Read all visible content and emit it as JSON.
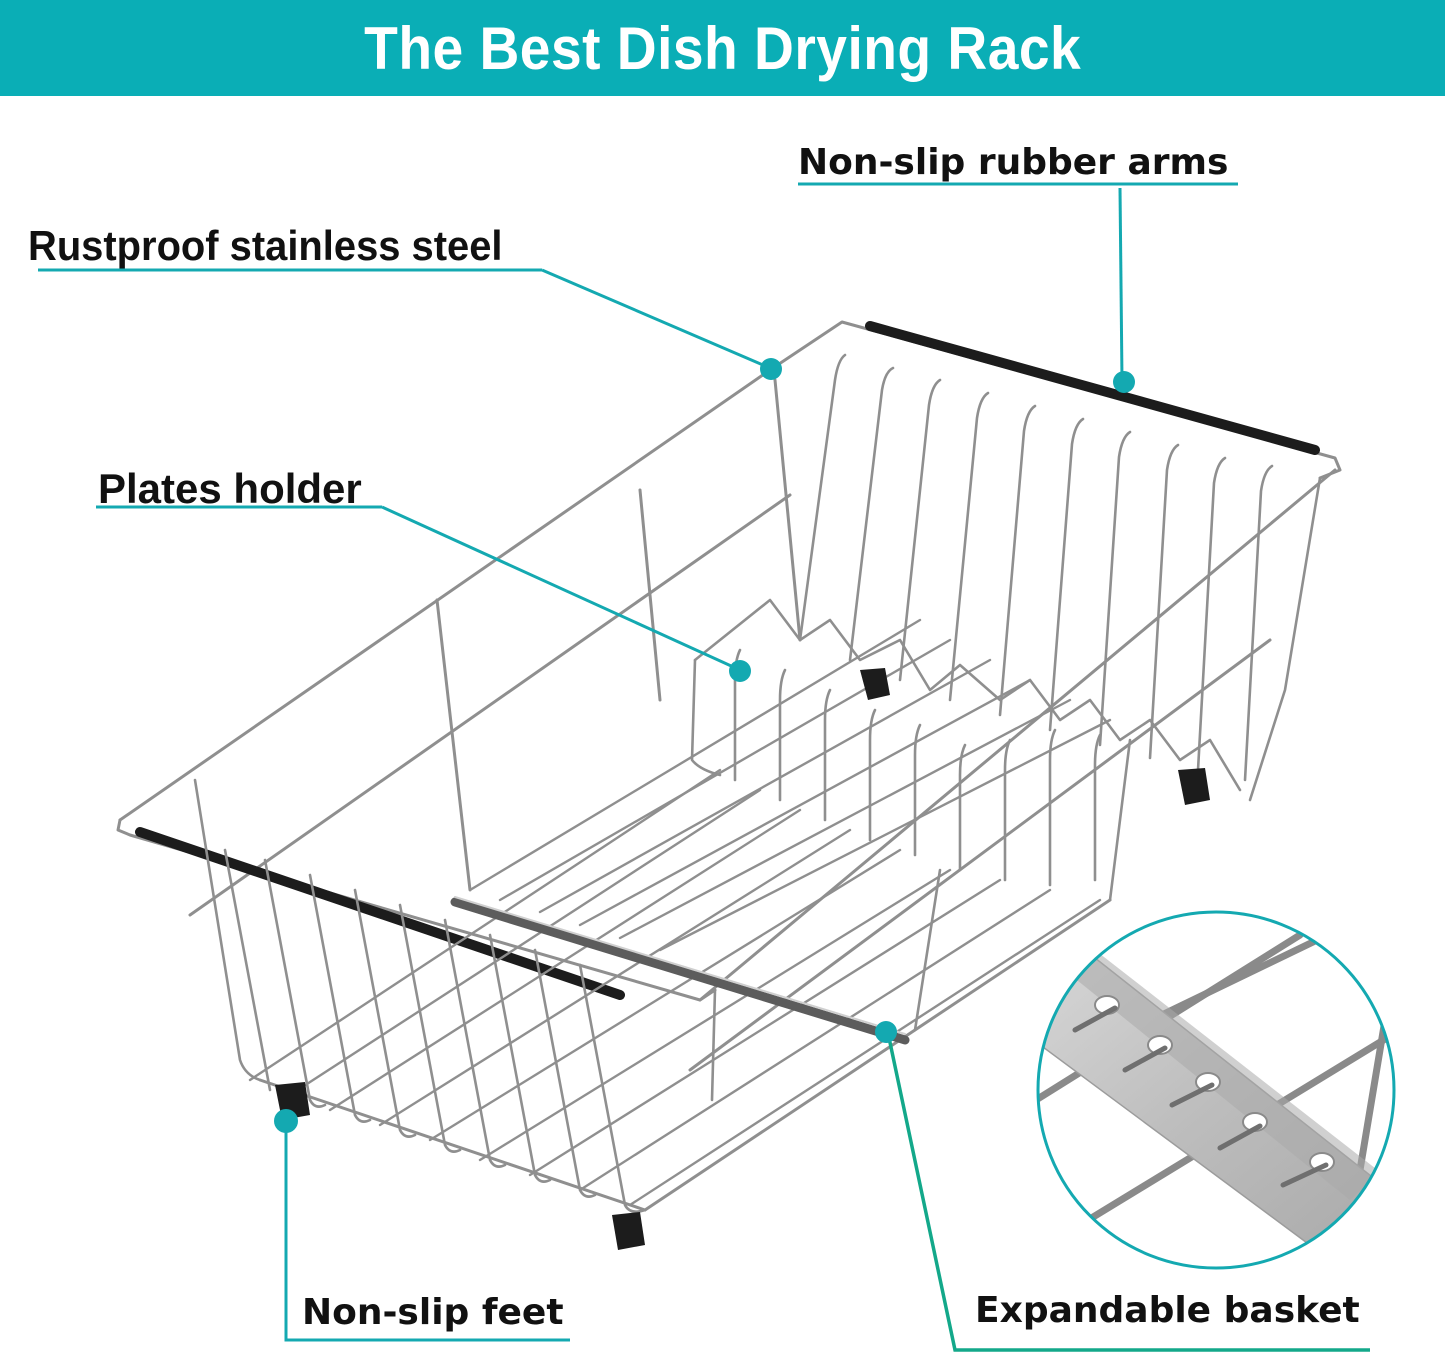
{
  "header": {
    "title": "The Best Dish Drying Rack",
    "background_color": "#0aaeb6",
    "text_color": "#ffffff"
  },
  "callouts": [
    {
      "id": "rubber-arms",
      "label": "Non-slip rubber arms"
    },
    {
      "id": "stainless-steel",
      "label": "Rustproof stainless steel"
    },
    {
      "id": "plates-holder",
      "label": "Plates holder"
    },
    {
      "id": "feet",
      "label": "Non-slip feet"
    },
    {
      "id": "expandable",
      "label": "Expandable basket"
    }
  ],
  "colors": {
    "accent_teal": "#14a9b1",
    "accent_green": "#13a88a",
    "wire": "#9a9a9a",
    "rubber": "#1c1c1c",
    "inset_bar": "#c4c4c4"
  },
  "inset": {
    "subject": "expansion-slide-rail-closeup"
  }
}
